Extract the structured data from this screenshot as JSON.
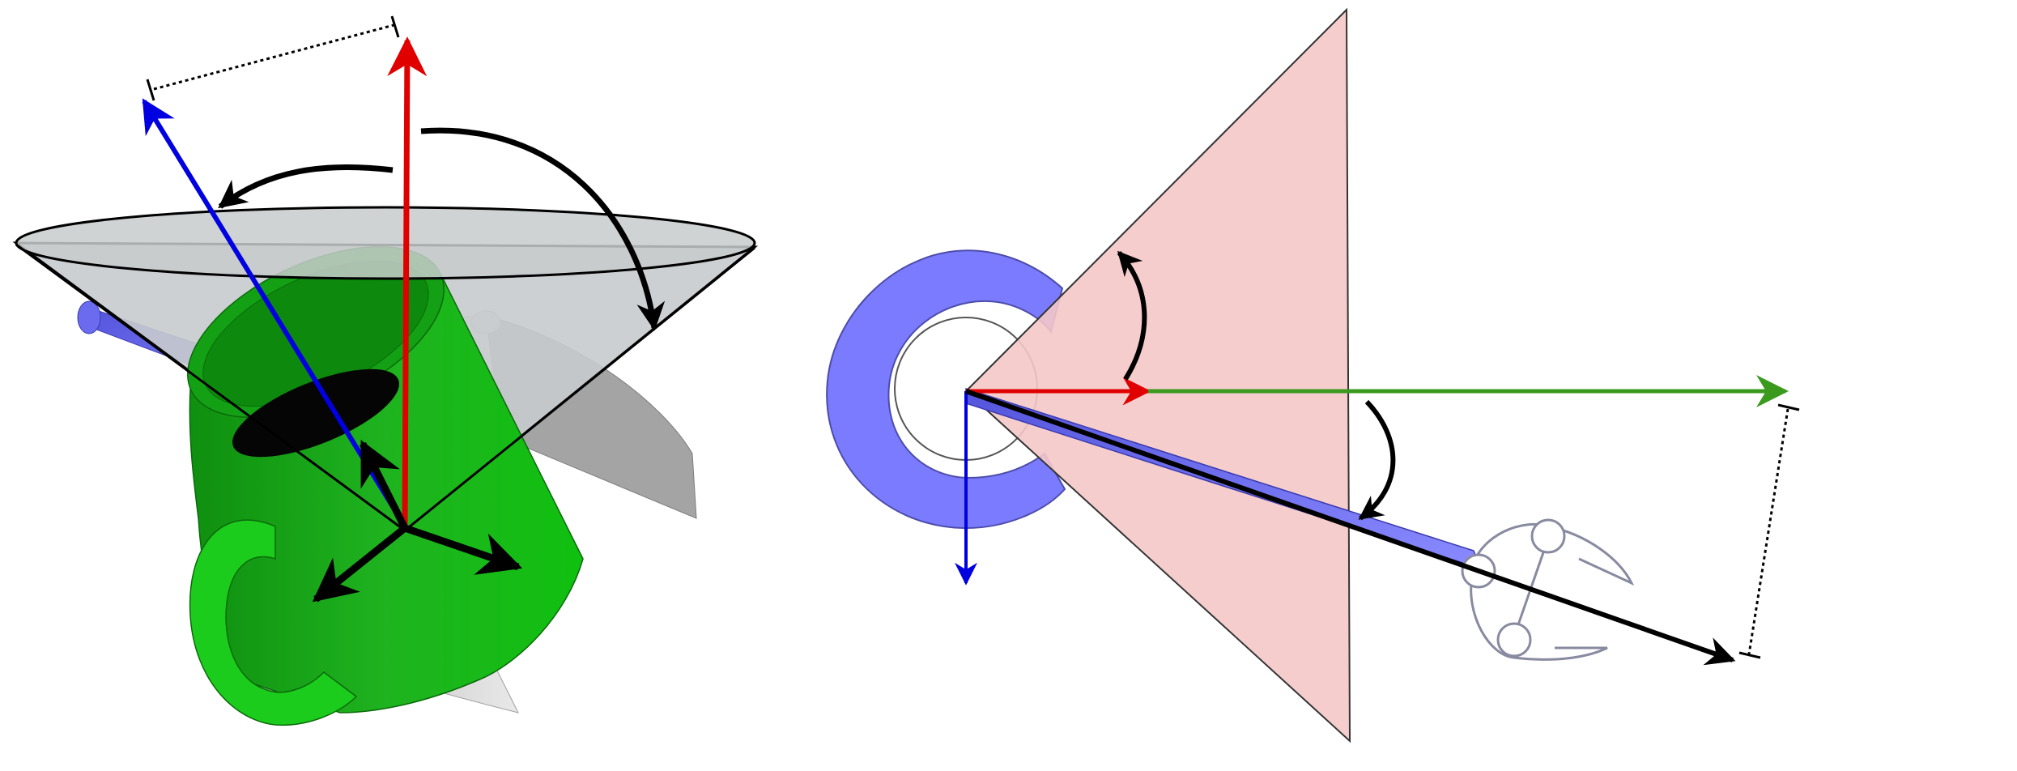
{
  "figure": {
    "left_panel": "mug-with-cone",
    "right_panel": "gripper-top-view"
  },
  "colors": {
    "red_axis": "#e00000",
    "blue_axis": "#0000e0",
    "green_axis": "#3a9a1e",
    "mug_green": "#1fb31f",
    "mug_green_light": "#22cc22",
    "cone_gray": "#c8cbcd",
    "gripper_blue": "#7b7bff",
    "cone_pink": "#f5c8c8",
    "shadow_gray": "#d9d9d9",
    "arrow_black": "#000000"
  },
  "icons": [
    "rotation-arrow",
    "dimension-bracket",
    "coordinate-frame",
    "gripper-jaw"
  ]
}
